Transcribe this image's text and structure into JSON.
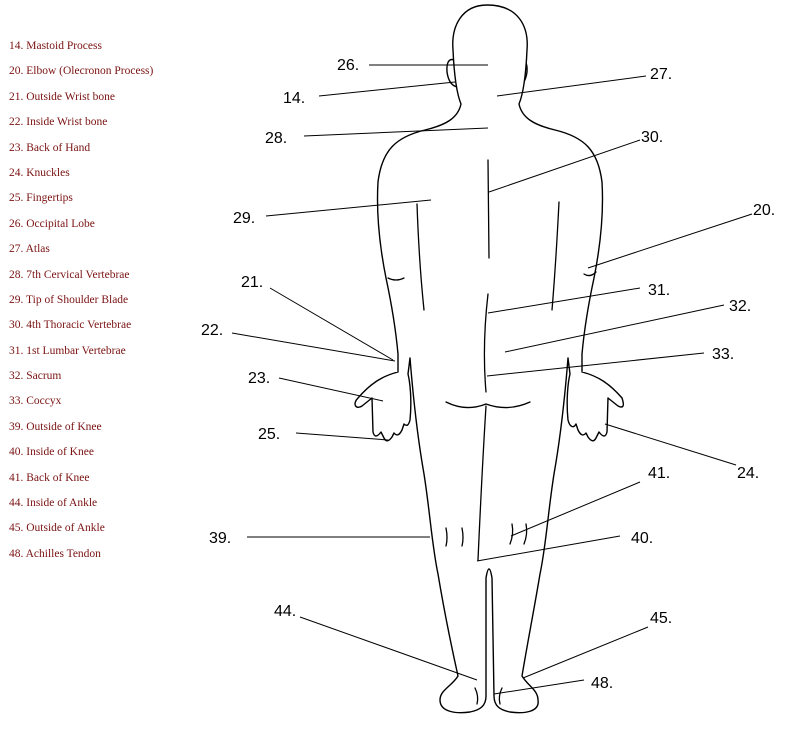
{
  "legend": {
    "items": [
      "14. Mastoid Process",
      "20. Elbow (Olecronon Process)",
      "21. Outside Wrist bone",
      "22. Inside Wrist bone",
      "23. Back of Hand",
      "24. Knuckles",
      "25. Fingertips",
      "26. Occipital Lobe",
      "27. Atlas",
      "28. 7th Cervical Vertebrae",
      "29. Tip of Shoulder Blade",
      "30. 4th Thoracic Vertebrae",
      "31. 1st Lumbar Vertebrae",
      "32. Sacrum",
      "33. Coccyx",
      "39. Outside of Knee",
      "40. Inside of Knee",
      "41. Back of Knee",
      "44. Inside of Ankle",
      "45. Outside of Ankle",
      "48. Achilles Tendon"
    ]
  },
  "callouts": {
    "c26": "26.",
    "c14": "14.",
    "c27": "27.",
    "c28": "28.",
    "c30": "30.",
    "c29": "29.",
    "c20": "20.",
    "c21": "21.",
    "c31": "31.",
    "c32": "32.",
    "c22": "22.",
    "c33": "33.",
    "c23": "23.",
    "c25": "25.",
    "c24": "24.",
    "c41": "41.",
    "c39": "39.",
    "c40": "40.",
    "c44": "44.",
    "c45": "45.",
    "c48": "48."
  }
}
